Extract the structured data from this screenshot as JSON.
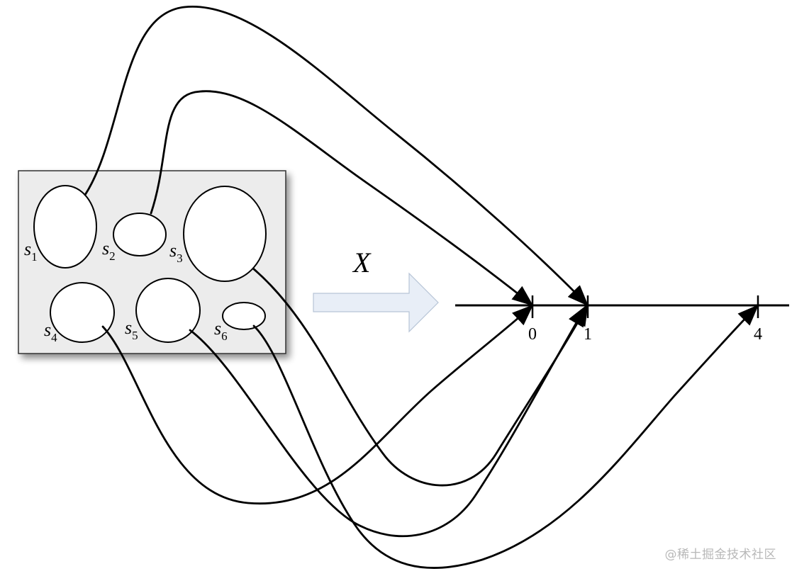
{
  "sample_space": {
    "outcomes": [
      {
        "base": "s",
        "sub": "1"
      },
      {
        "base": "s",
        "sub": "2"
      },
      {
        "base": "s",
        "sub": "3"
      },
      {
        "base": "s",
        "sub": "4"
      },
      {
        "base": "s",
        "sub": "5"
      },
      {
        "base": "s",
        "sub": "6"
      }
    ]
  },
  "mapping": {
    "label": "X"
  },
  "number_line": {
    "ticks": [
      "0",
      "1",
      "4"
    ]
  },
  "watermark": "@稀土掘金技术社区",
  "colors": {
    "box_fill": "#ececec",
    "box_stroke": "#333333",
    "arrow_fill": "#e8eef7",
    "arrow_stroke": "#b7c4d6",
    "line": "#000000"
  }
}
